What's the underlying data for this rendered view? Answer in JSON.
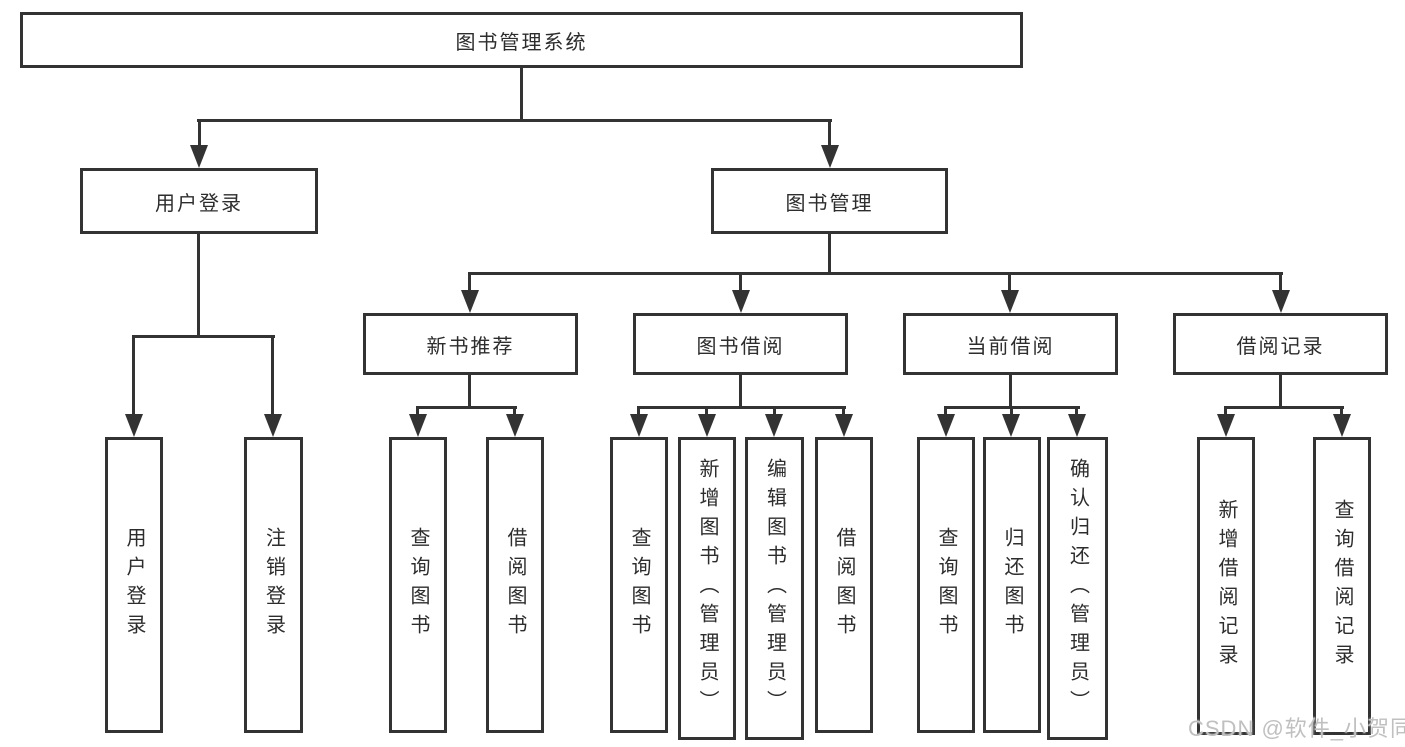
{
  "diagram": {
    "type": "functional-structure-tree",
    "title": "图书管理系统"
  },
  "nodes": {
    "root": "图书管理系统",
    "user_login": "用户登录",
    "book_mgmt": "图书管理",
    "new_book_rec": "新书推荐",
    "book_borrow": "图书借阅",
    "current_borrow": "当前借阅",
    "borrow_record": "借阅记录",
    "leaf_user_login": "用户登录",
    "leaf_logout": "注销登录",
    "leaf_nb_query": "查询图书",
    "leaf_nb_borrow": "借阅图书",
    "leaf_bb_query": "查询图书",
    "leaf_bb_add": "新增图书（管理员）",
    "leaf_bb_edit": "编辑图书（管理员）",
    "leaf_bb_borrow": "借阅图书",
    "leaf_cb_query": "查询图书",
    "leaf_cb_return": "归还图书",
    "leaf_cb_confirm": "确认归还（管理员）",
    "leaf_br_add": "新增借阅记录",
    "leaf_br_query": "查询借阅记录"
  },
  "hierarchy": {
    "图书管理系统": {
      "用户登录": [
        "用户登录",
        "注销登录"
      ],
      "图书管理": {
        "新书推荐": [
          "查询图书",
          "借阅图书"
        ],
        "图书借阅": [
          "查询图书",
          "新增图书（管理员）",
          "编辑图书（管理员）",
          "借阅图书"
        ],
        "当前借阅": [
          "查询图书",
          "归还图书",
          "确认归还（管理员）"
        ],
        "借阅记录": [
          "新增借阅记录",
          "查询借阅记录"
        ]
      }
    }
  },
  "watermark": {
    "text": "CSDN @软件_小贺同学",
    "color": "#c0c0c0"
  },
  "colors": {
    "background": "#ffffff",
    "box_border": "#333333",
    "line": "#333333",
    "text": "#2d2d2d"
  }
}
